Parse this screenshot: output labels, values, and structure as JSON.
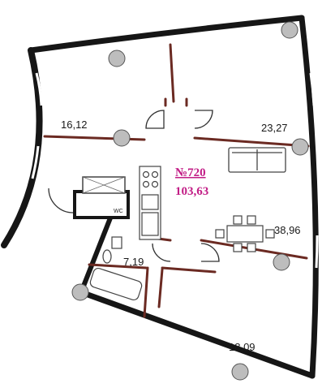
{
  "apartment": {
    "number": "№720",
    "area": "103,63",
    "accent_color": "#c21d86"
  },
  "rooms": [
    {
      "id": "room-nw",
      "area": "16,12"
    },
    {
      "id": "room-ne",
      "area": "23,27"
    },
    {
      "id": "room-living",
      "area": "38,96"
    },
    {
      "id": "room-bath",
      "area": "7,19"
    },
    {
      "id": "room-se",
      "area": "18,09"
    }
  ],
  "wc_label": "WC",
  "colors": {
    "outer_wall": "#161616",
    "partition": "#6b2a22",
    "column": "#bdbdbd",
    "furniture": "#444444"
  }
}
